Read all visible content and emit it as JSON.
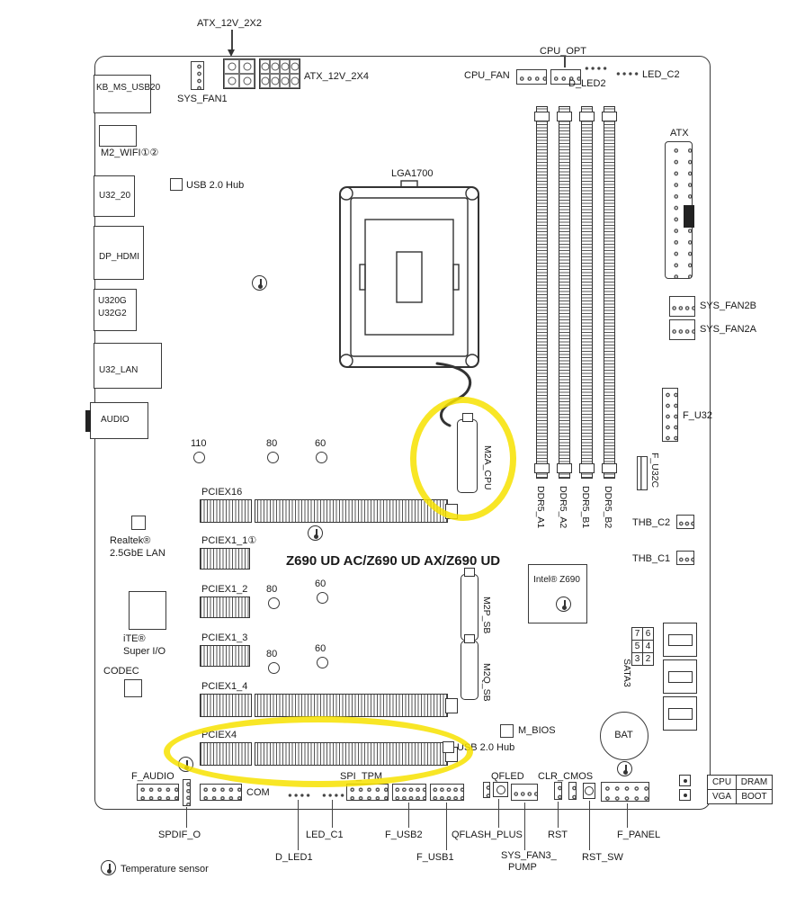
{
  "title": "Z690 UD AC/Z690 UD AX/Z690 UD",
  "chipset": "Intel® Z690",
  "cpu": {
    "socket": "LGA1700"
  },
  "colors": {
    "highlight": "#f7e200",
    "line": "#333333"
  },
  "top_edge": {
    "atx_12v_2x2": "ATX_12V_2X2",
    "atx_12v_2x4": "ATX_12V_2X4",
    "sys_fan1": "SYS_FAN1",
    "cpu_fan": "CPU_FAN",
    "cpu_opt": "CPU_OPT",
    "d_led2": "D_LED2",
    "led_c2": "LED_C2"
  },
  "left_edge": {
    "kb_ms_usb20": "KB_MS_USB20",
    "m2_wifi": "M2_WIFI①②",
    "u32_20": "U32_20",
    "usb20_hub": "USB 2.0 Hub",
    "dp_hdmi": "DP_HDMI",
    "u320g": "U320G",
    "u32g2": "U32G2",
    "u32_lan": "U32_LAN",
    "audio": "AUDIO",
    "realtek_line1": "Realtek®",
    "realtek_line2": "2.5GbE LAN",
    "ite_line1": "iTE®",
    "ite_line2": "Super I/O",
    "codec": "CODEC"
  },
  "memory": {
    "slots": [
      "DDR5_A1",
      "DDR5_A2",
      "DDR5_B1",
      "DDR5_B2"
    ]
  },
  "right_edge": {
    "atx": "ATX",
    "sys_fan2b": "SYS_FAN2B",
    "sys_fan2a": "SYS_FAN2A",
    "f_u32": "F_U32",
    "f_u32c": "F_U32C",
    "thb_c2": "THB_C2",
    "thb_c1": "THB_C1",
    "sata3": "SATA3",
    "sata_numbers": [
      [
        "7",
        "6"
      ],
      [
        "5",
        "4"
      ],
      [
        "3",
        "2"
      ]
    ],
    "bat": "BAT",
    "debug_leds": [
      [
        "CPU",
        "DRAM"
      ],
      [
        "VGA",
        "BOOT"
      ]
    ]
  },
  "storage": {
    "m2a_cpu": "M2A_CPU",
    "m2p_sb": "M2P_SB",
    "m2q_sb": "M2Q_SB"
  },
  "slots": {
    "pciex16": "PCIEX16",
    "pciex1_1": "PCIEX1_1①",
    "pciex1_2": "PCIEX1_2",
    "pciex1_3": "PCIEX1_3",
    "pciex1_4": "PCIEX1_4",
    "pciex4": "PCIEX4"
  },
  "standoffs": {
    "row1": [
      "110",
      "80",
      "60"
    ],
    "row2": [
      "80",
      "60"
    ],
    "row3": [
      "80",
      "60"
    ]
  },
  "misc": {
    "m_bios": "M_BIOS",
    "usb20_hub": "USB 2.0 Hub"
  },
  "bottom_edge": {
    "f_audio": "F_AUDIO",
    "spdif_o": "SPDIF_O",
    "com": "COM",
    "d_led1": "D_LED1",
    "led_c1": "LED_C1",
    "spi_tpm": "SPI_TPM",
    "f_usb2": "F_USB2",
    "f_usb1": "F_USB1",
    "qfled": "QFLED",
    "qflash_plus": "QFLASH_PLUS",
    "sys_fan3_pump_line1": "SYS_FAN3_",
    "sys_fan3_pump_line2": "PUMP",
    "rst": "RST",
    "clr_cmos": "CLR_CMOS",
    "rst_sw": "RST_SW",
    "f_panel": "F_PANEL"
  },
  "legend": {
    "temperature_sensor": "Temperature sensor"
  }
}
